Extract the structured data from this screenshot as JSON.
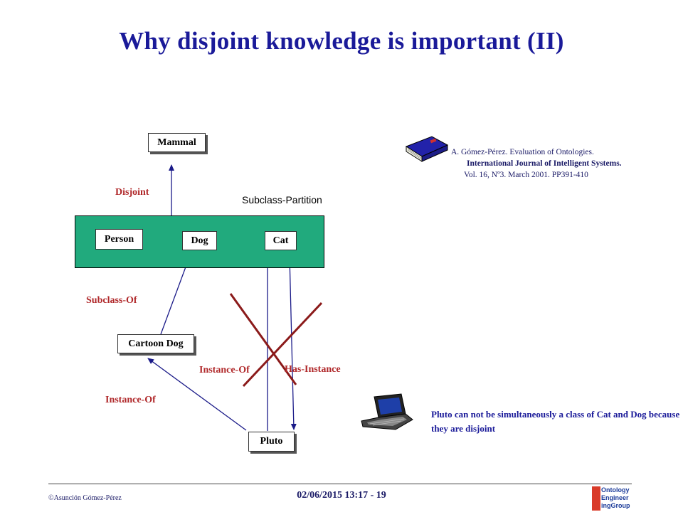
{
  "title": "Why disjoint knowledge is important (II)",
  "diagram": {
    "nodes": {
      "mammal": "Mammal",
      "person": "Person",
      "dog": "Dog",
      "cat": "Cat",
      "cartoon_dog": "Cartoon Dog",
      "pluto": "Pluto"
    },
    "labels": {
      "disjoint": "Disjoint",
      "subclass_partition": "Subclass-Partition",
      "subclass_of": "Subclass-Of",
      "instance_of_left": "Instance-Of",
      "instance_of_mid": "Instance-Of",
      "has_instance": "Has-Instance"
    }
  },
  "reference": {
    "line1": "A. Gómez-Pérez.  Evaluation of Ontologies.",
    "line2": "International Journal of Intelligent Systems.",
    "line3": "Vol. 16, Nº3. March 2001. PP391-410"
  },
  "note": "Pluto  can not be simultaneously  a class of Cat and Dog because they are disjoint",
  "footer": {
    "author": "©Asunción Gómez-Pérez",
    "date": "02/06/2015 13:17 - 19",
    "logo_lines": [
      "Ontology",
      "Engineer",
      "ingGroup"
    ]
  },
  "colors": {
    "title": "#1a1a99",
    "partition_fill": "#21aa7d",
    "relation_label": "#b0282a",
    "arrows": "#1a1a88",
    "cross": "#8b1a1a"
  }
}
